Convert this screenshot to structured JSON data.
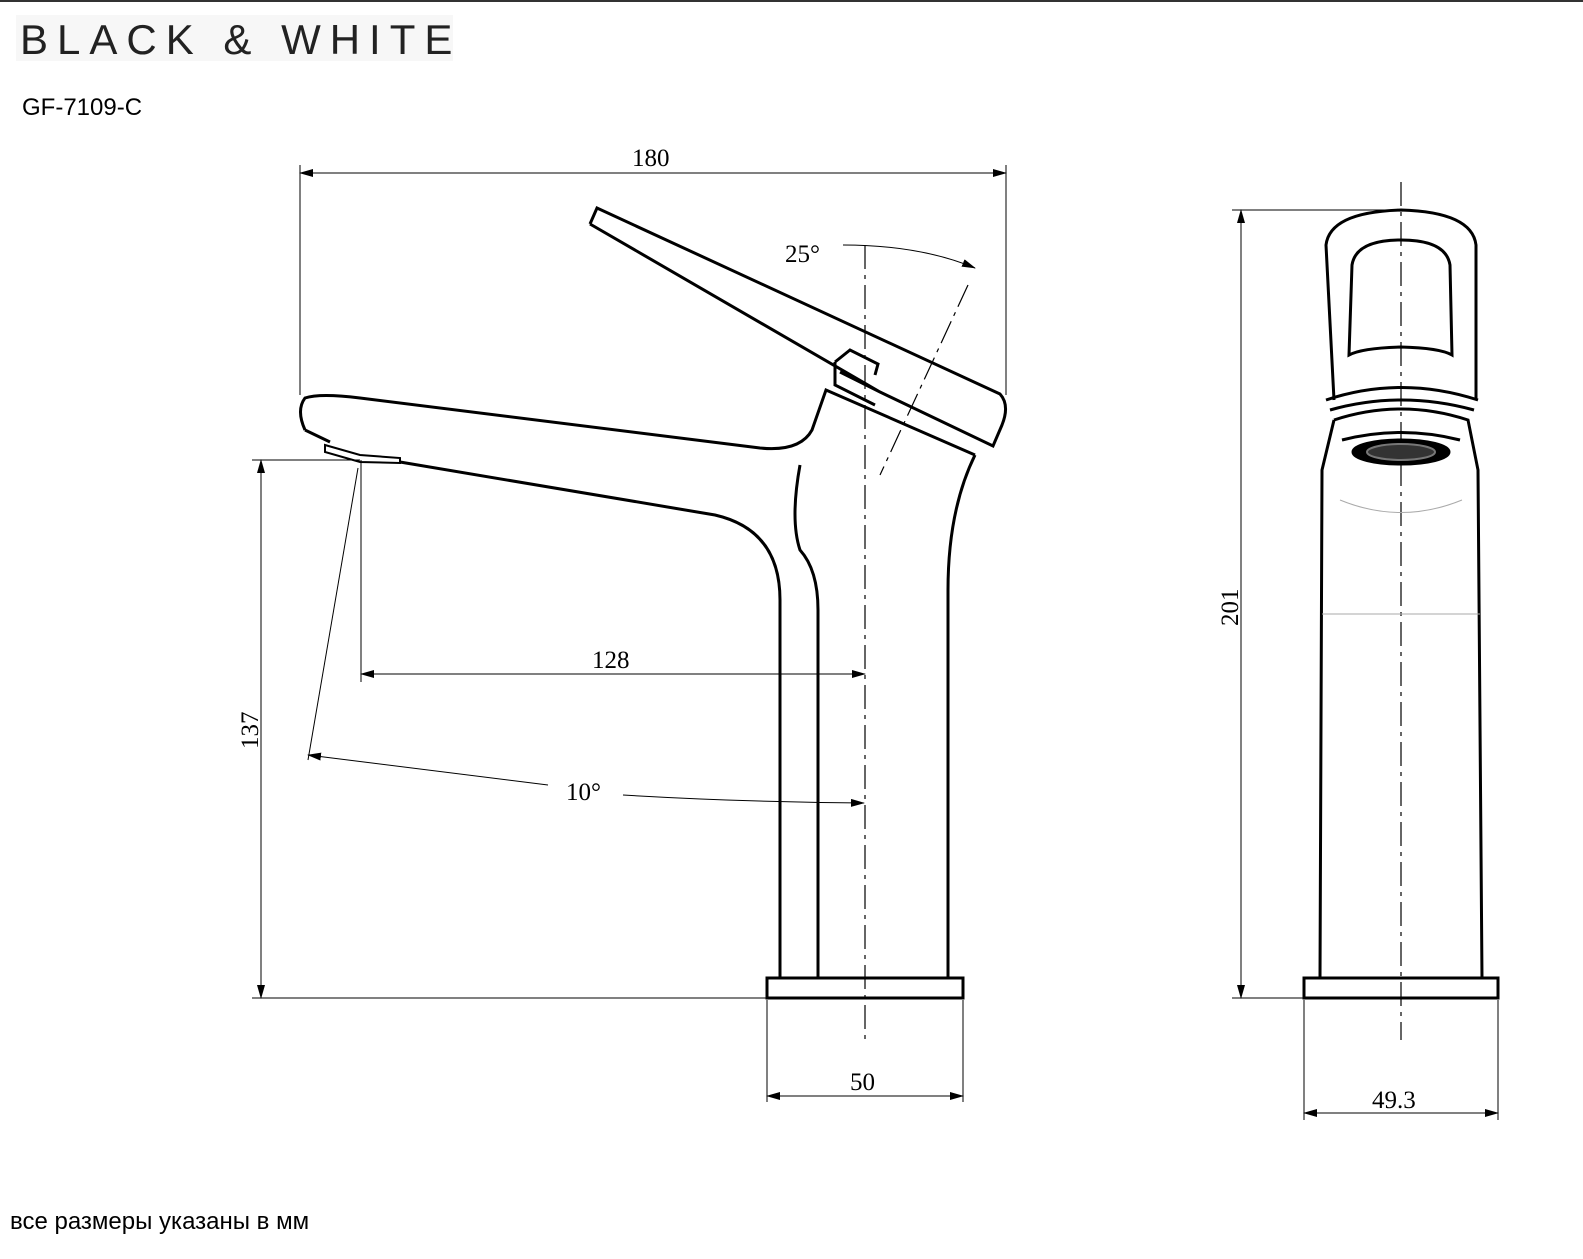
{
  "brand": {
    "logo_text": "BLACK & WHITE"
  },
  "model": "GF-7109-C",
  "footer_note": "все размеры указаны в мм",
  "side_view": {
    "width": "180",
    "lever_angle": "25°",
    "reach": "128",
    "spout_angle": "10°",
    "spout_height": "137",
    "base_width": "50"
  },
  "front_view": {
    "height": "201",
    "base_width": "49.3"
  }
}
